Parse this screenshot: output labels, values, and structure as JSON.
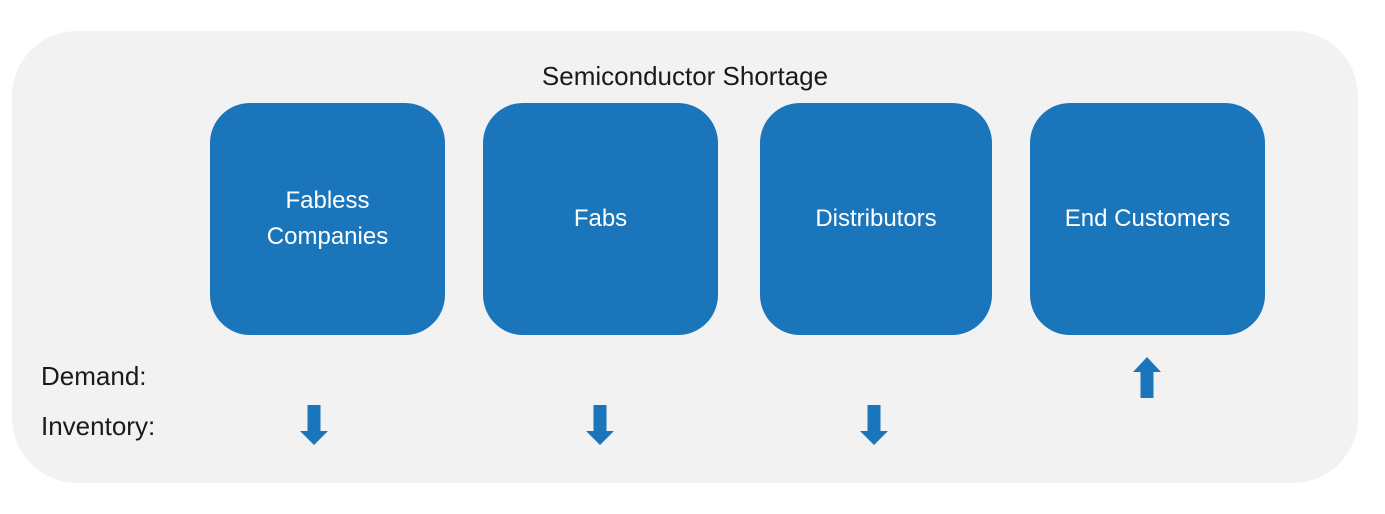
{
  "title": "Semiconductor Shortage",
  "boxes": [
    {
      "label": "Fabless Companies"
    },
    {
      "label": "Fabs"
    },
    {
      "label": "Distributors"
    },
    {
      "label": "End Customers"
    }
  ],
  "rows": {
    "demand_label": "Demand:",
    "inventory_label": "Inventory:"
  },
  "indicators": {
    "demand": [
      {
        "box": "End Customers",
        "direction": "up"
      }
    ],
    "inventory": [
      {
        "box": "Fabless Companies",
        "direction": "down"
      },
      {
        "box": "Fabs",
        "direction": "down"
      },
      {
        "box": "Distributors",
        "direction": "down"
      }
    ]
  },
  "colors": {
    "box_blue": "#1B75BB",
    "panel_gray": "#F2F2F2",
    "box_text": "#FFFFFF",
    "label_text": "#1A1A1A",
    "page_background": "#FFFFFF"
  }
}
